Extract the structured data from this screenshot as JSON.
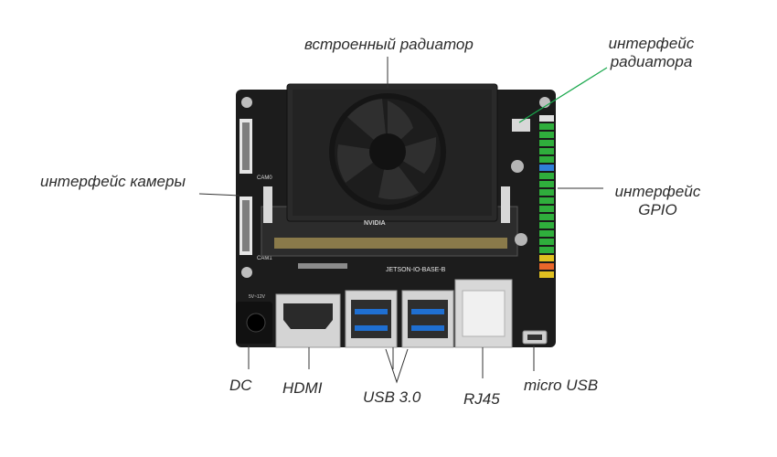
{
  "labels": {
    "heatsink": "встроенный радиатор",
    "fan_interface_line1": "интерфейс",
    "fan_interface_line2": "радиатора",
    "camera_interface": "интерфейс камеры",
    "gpio_line1": "интерфейс",
    "gpio_line2": "GPIO",
    "dc": "DC",
    "hdmi": "HDMI",
    "usb3": "USB 3.0",
    "rj45": "RJ45",
    "micro_usb": "micro USB"
  },
  "board_silkscreen": {
    "board_name": "JETSON-IO-BASE-B",
    "brand": "NVIDIA",
    "cam0": "CAM0",
    "cam1": "CAM1",
    "dc_rating": "5V~12V"
  },
  "colors": {
    "board": "#1c1c1c",
    "heatsink": "#2a2a2a",
    "usb3_blue": "#1f6fd1",
    "gpio_green": "#2fae3c",
    "pointer_green": "#19a84c",
    "pointer_dark": "#333333"
  }
}
